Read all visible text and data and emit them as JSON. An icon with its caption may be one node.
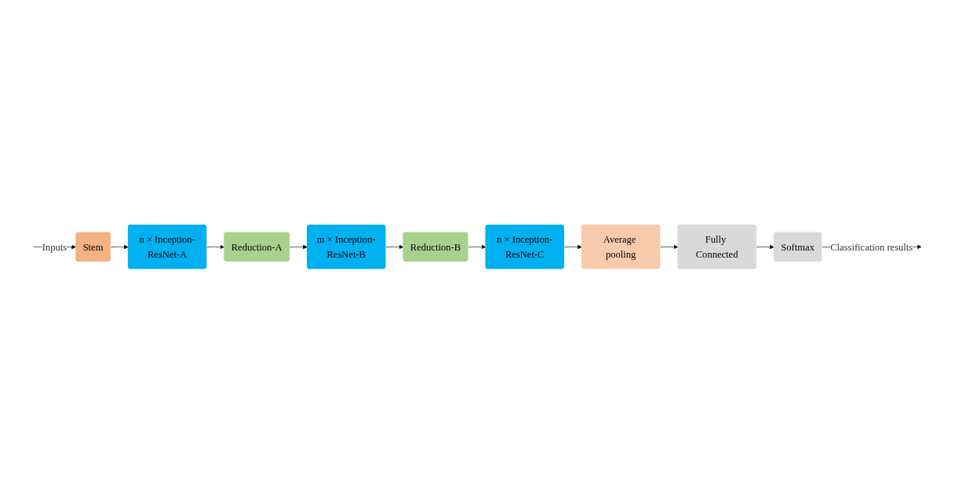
{
  "diagram": {
    "nodes": [
      {
        "text": [
          "Stem"
        ]
      },
      {
        "text": [
          "n × Inception-ResNet-A"
        ]
      },
      {
        "text": [
          "Reduction-A"
        ]
      },
      {
        "text": [
          "m × Inception-ResNet-B"
        ]
      },
      {
        "text": [
          "Reduction-B"
        ]
      },
      {
        "text": [
          "n × Inception-ResNet-C"
        ]
      },
      {
        "text": [
          "Average pooling"
        ]
      },
      {
        "text": [
          "Fully Connected"
        ]
      },
      {
        "text": [
          "Softmax"
        ]
      }
    ],
    "edges": [
      {
        "from": null,
        "to": 0,
        "arrow": "to",
        "label": "Inputs"
      },
      {
        "from": 0,
        "to": 1,
        "arrow": "to"
      },
      {
        "from": 1,
        "to": 2,
        "arrow": "to"
      },
      {
        "from": 2,
        "to": 3,
        "arrow": "to"
      },
      {
        "from": 3,
        "to": 4,
        "arrow": "to"
      },
      {
        "from": 4,
        "to": 5,
        "arrow": "to"
      },
      {
        "from": 5,
        "to": 6,
        "arrow": "to"
      },
      {
        "from": 6,
        "to": 7,
        "arrow": "to"
      },
      {
        "from": 7,
        "to": 8,
        "arrow": "to"
      },
      {
        "from": 8,
        "to": null,
        "arrow": "to",
        "label": "Classification results"
      }
    ]
  }
}
